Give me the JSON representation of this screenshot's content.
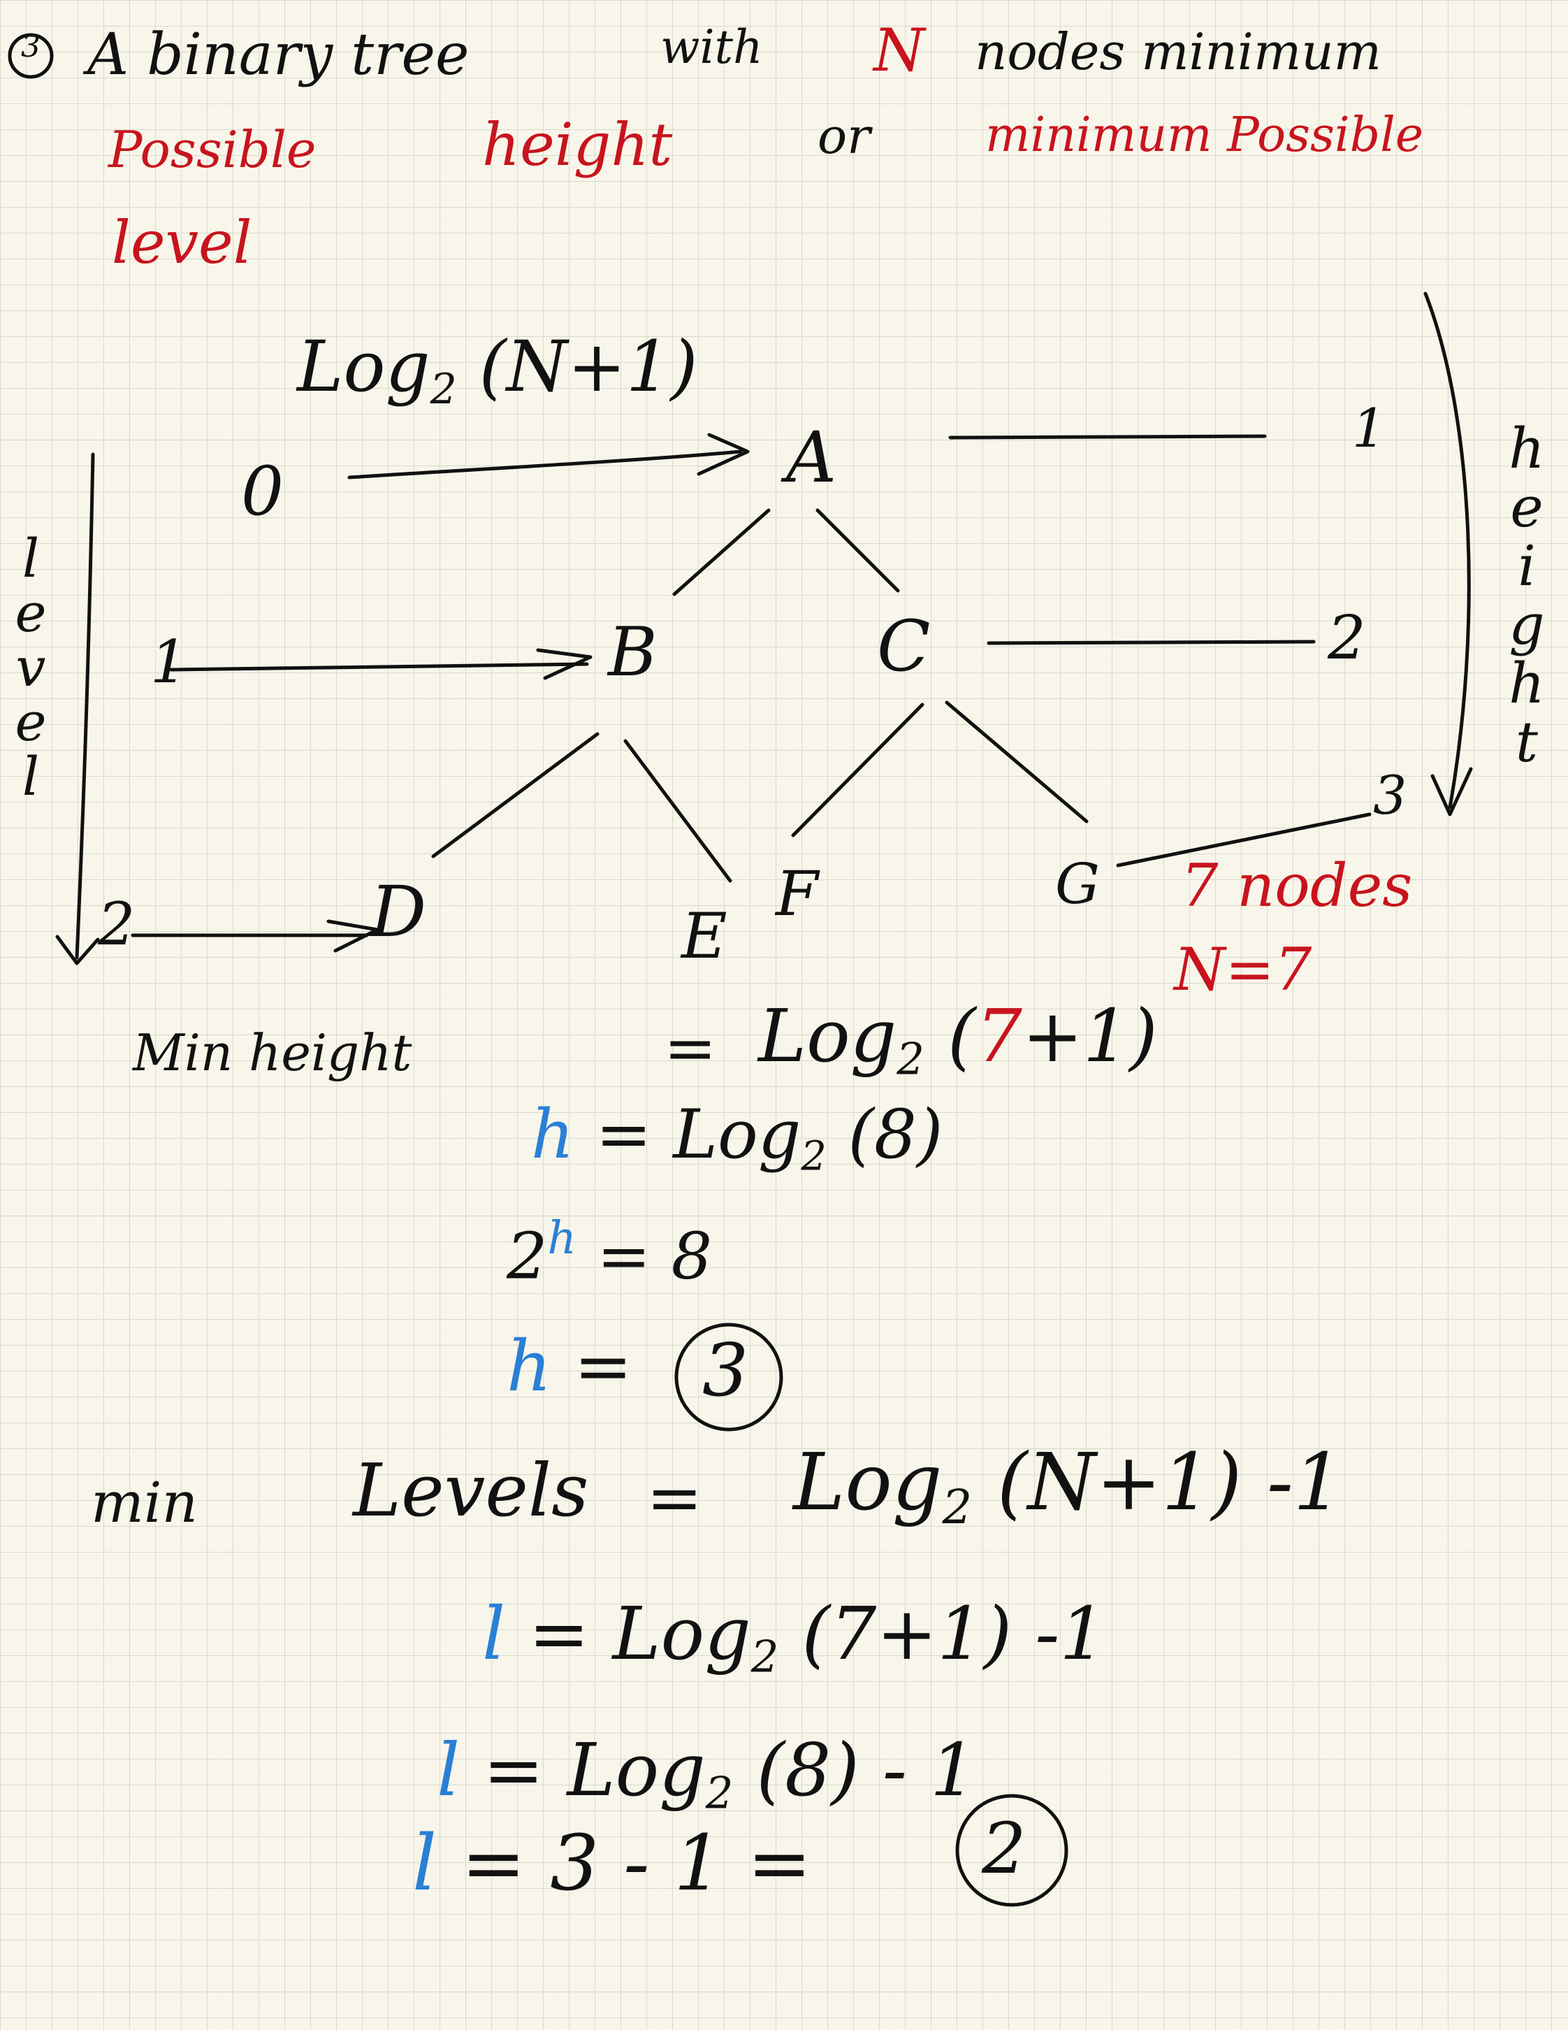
{
  "heading": {
    "number": "3",
    "line1_black": "A binary tree",
    "line1_with": "with",
    "line1_red_N": "N",
    "line1_red_rest": "nodes minimum",
    "line2_red_a": "Possible",
    "line2_red_b": "height",
    "line2_or": "or",
    "line2_red_c": "minimum Possible",
    "line3_red": "level"
  },
  "formula_top": {
    "log": "Log",
    "base": "2",
    "arg": "(N+1)"
  },
  "tree": {
    "nodes": [
      "A",
      "B",
      "C",
      "D",
      "E",
      "F",
      "G"
    ],
    "level_labels": [
      "0",
      "1",
      "2"
    ],
    "height_labels": [
      "1",
      "2",
      "3"
    ],
    "level_word": "level",
    "height_word": "height"
  },
  "note": {
    "nodes": "7 nodes",
    "n": "N=7"
  },
  "height_calc": {
    "label": "Min height",
    "eq": "=",
    "log": "Log",
    "base": "2",
    "open": "(",
    "seven": "7",
    "rest": "+1)",
    "h_line_var": "h",
    "h_line_rest": "= Log",
    "h_line_base": "2",
    "h_line_arg": "(8)",
    "pow_base": "2",
    "pow_exp": "h",
    "pow_rest": "= 8",
    "ans_var": "h",
    "ans_eq": "=",
    "ans": "3"
  },
  "level_calc": {
    "label": "min",
    "word": "Levels",
    "eq": "=",
    "log": "Log",
    "base": "2",
    "arg": "(N+1) -1",
    "l1_var": "l",
    "l1_rest": "= Log",
    "l1_base": "2",
    "l1_arg": "(7+1) -1",
    "l2_var": "l",
    "l2_rest": "= Log",
    "l2_base": "2",
    "l2_arg": "(8) - 1",
    "l3_var": "l",
    "l3_rest": "= 3 - 1 =",
    "ans": "2"
  },
  "colors": {
    "ink": "#111111",
    "red": "#c8141e",
    "blue": "#2a7fd6",
    "paper": "#f8f6ea"
  }
}
